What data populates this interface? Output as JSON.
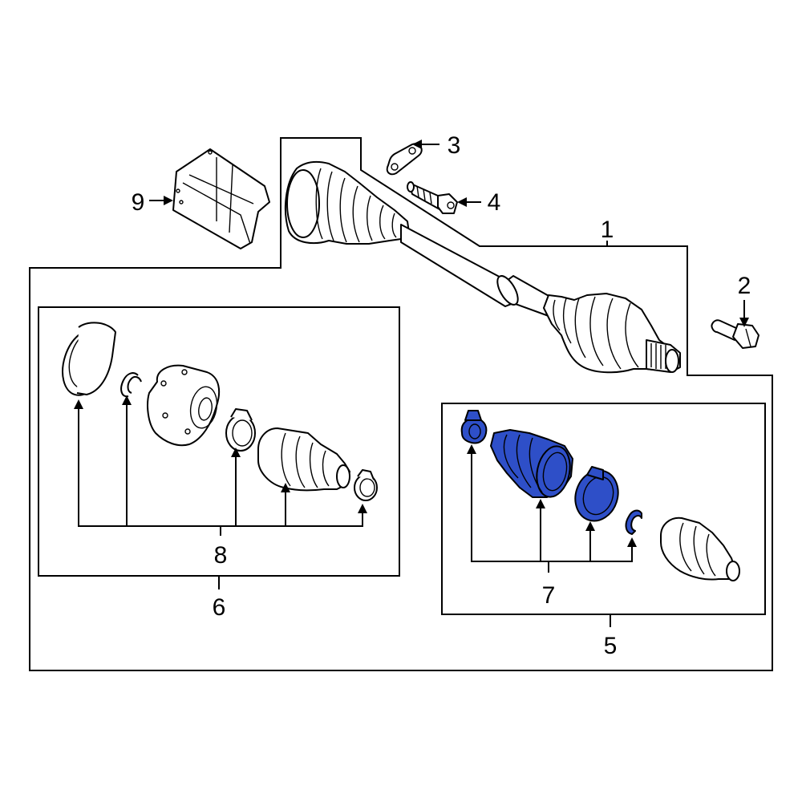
{
  "colors": {
    "highlight": "#2e4fc8",
    "line": "#000000",
    "background": "#ffffff"
  },
  "callouts": {
    "c1": "1",
    "c2": "2",
    "c3": "3",
    "c4": "4",
    "c5": "5",
    "c6": "6",
    "c7": "7",
    "c8": "8",
    "c9": "9"
  }
}
